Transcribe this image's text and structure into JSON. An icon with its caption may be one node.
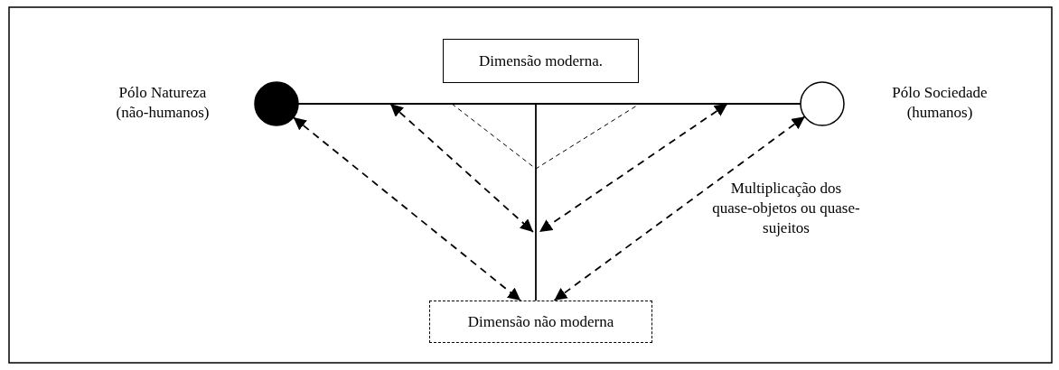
{
  "diagram": {
    "nodes": [
      {
        "text": [
          "Dimensão moderna."
        ]
      },
      {
        "text": [],
        "shape": "circle",
        "beside": [
          "Pólo Natureza (não-humanos)"
        ]
      },
      {
        "text": [],
        "shape": "circle",
        "beside": [
          "Pólo Sociedade (humanos)"
        ]
      },
      {
        "text": [
          "Dimensão não moderna"
        ]
      }
    ],
    "edges": [
      {
        "from": 1,
        "to": 2,
        "arrow": "none"
      },
      {
        "from": null,
        "to": 3,
        "arrow": "none"
      },
      {
        "from": 1,
        "to": 3,
        "arrow": "both",
        "style": "dashed"
      },
      {
        "from": 2,
        "to": 3,
        "arrow": "both",
        "style": "dashed"
      }
    ],
    "labels": [
      "Multiplicação dos quase-objetos ou quase-sujeitos"
    ]
  }
}
